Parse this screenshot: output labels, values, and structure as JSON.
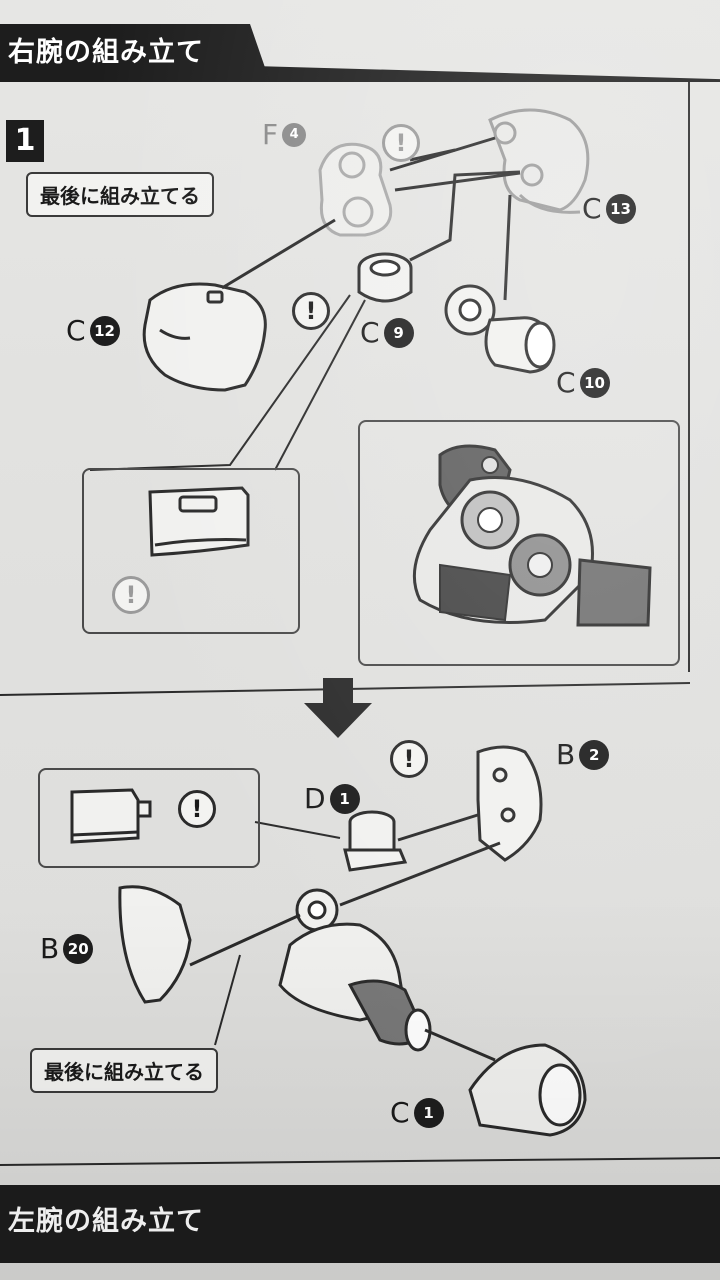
{
  "sections": {
    "top_title": "右腕の組み立て",
    "bottom_title": "左腕の組み立て"
  },
  "step": {
    "number": "1"
  },
  "callouts": {
    "assemble_last_1": "最後に組み立てる",
    "assemble_last_2": "最後に組み立てる"
  },
  "parts": {
    "f4": {
      "letter": "F",
      "num": "4"
    },
    "c13": {
      "letter": "C",
      "num": "13"
    },
    "c12": {
      "letter": "C",
      "num": "12"
    },
    "c9": {
      "letter": "C",
      "num": "9"
    },
    "c10": {
      "letter": "C",
      "num": "10"
    },
    "d1": {
      "letter": "D",
      "num": "1"
    },
    "b2": {
      "letter": "B",
      "num": "2"
    },
    "b20": {
      "letter": "B",
      "num": "20"
    },
    "c1": {
      "letter": "C",
      "num": "1"
    }
  },
  "warnings": {
    "mark": "!"
  },
  "colors": {
    "ink": "#1d1d1d",
    "paper": "#e3e3e1",
    "gray_part": "#9a9a9a"
  },
  "icons": [
    "warning-icon",
    "down-arrow-icon"
  ]
}
